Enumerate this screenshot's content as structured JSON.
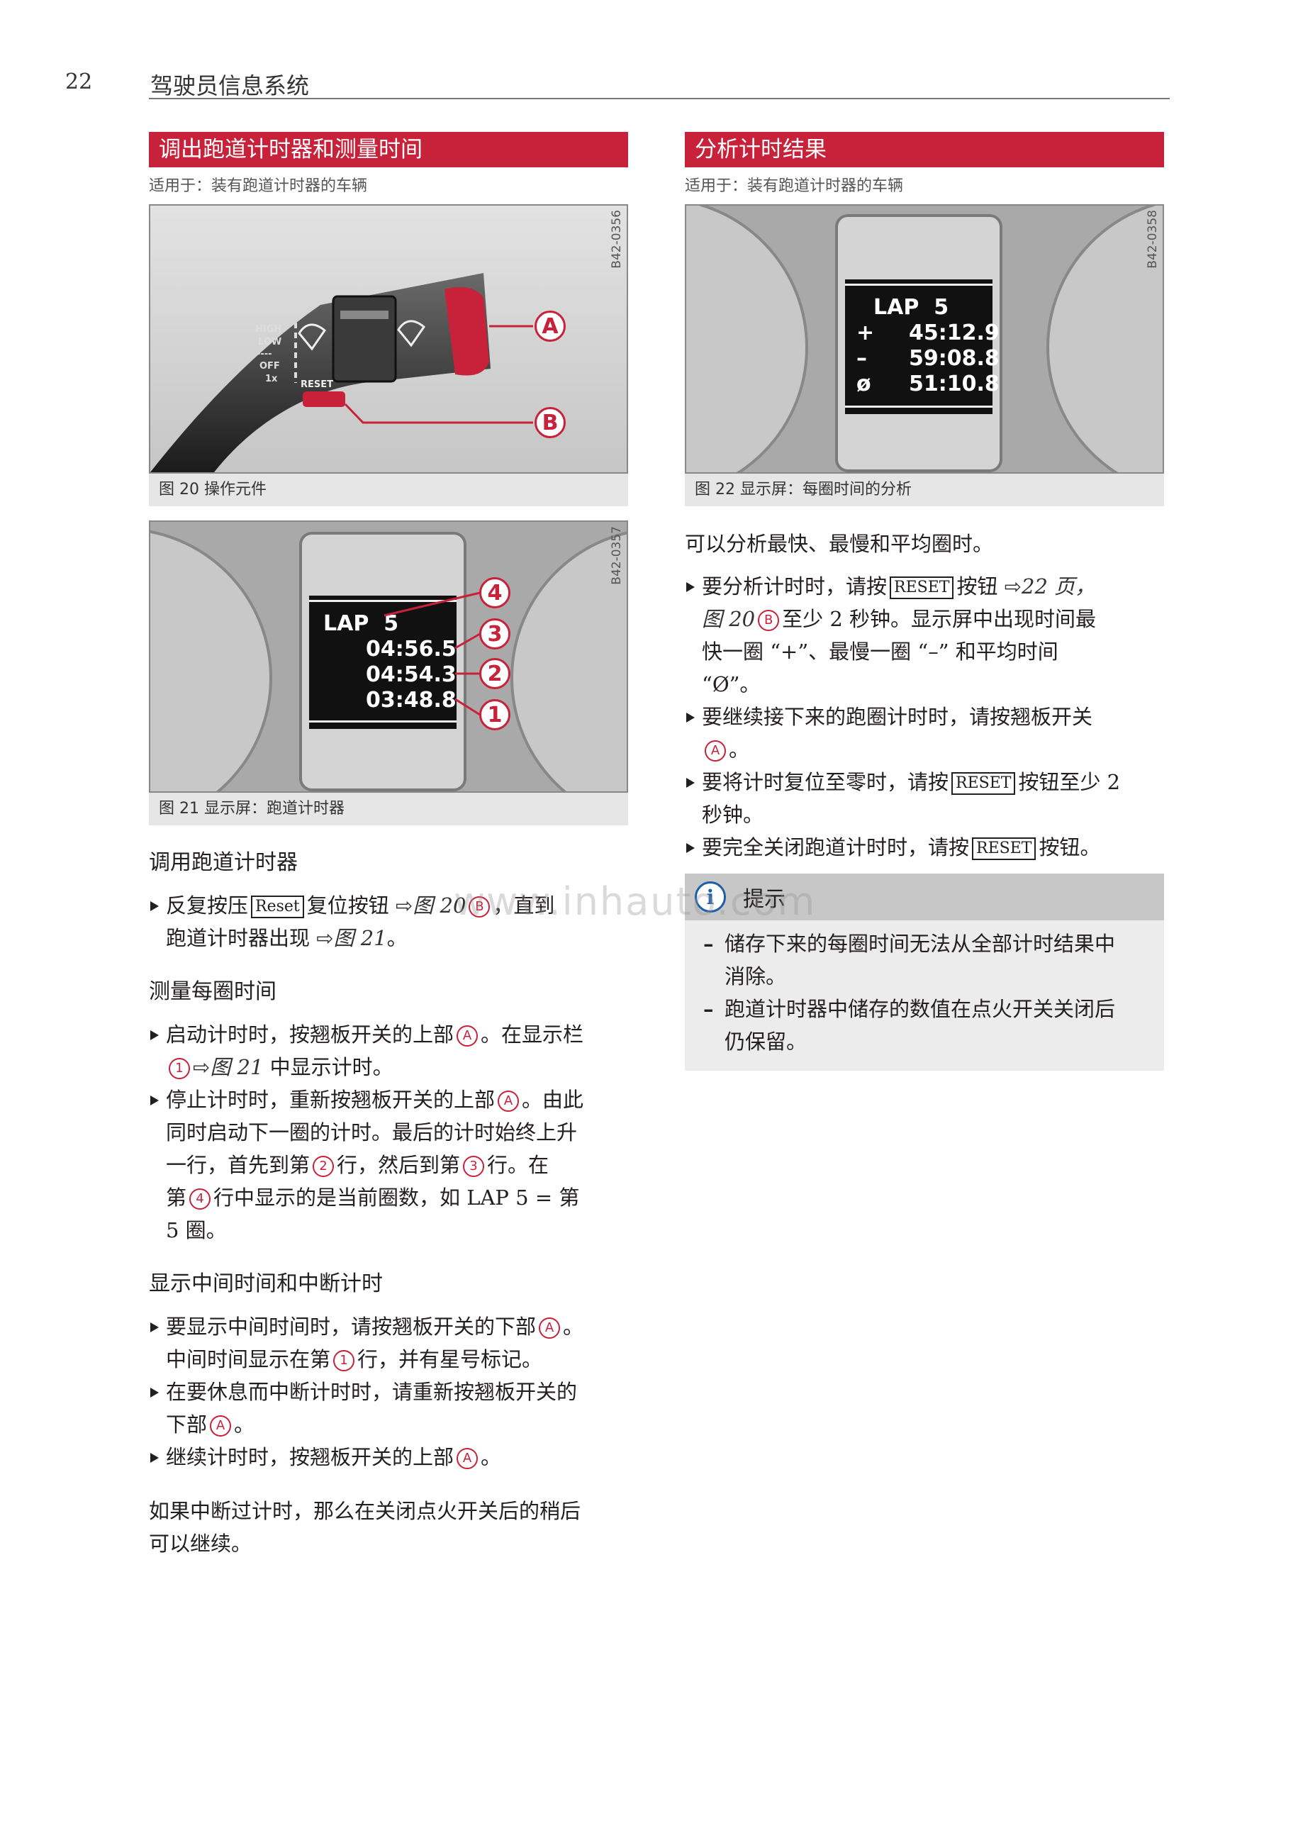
{
  "header": {
    "page_number": "22",
    "title": "驾驶员信息系统"
  },
  "left": {
    "section_title": "调出跑道计时器和测量时间",
    "applies_to": "适用于：装有跑道计时器的车辆",
    "fig20": {
      "code": "B42-0356",
      "caption": "图 20 操作元件",
      "lever_labels": {
        "high": "HIGH",
        "low": "LOW",
        "dots": "----",
        "off": "OFF",
        "one_x": "1x",
        "reset": "RESET"
      },
      "callout_a": "A",
      "callout_b": "B"
    },
    "fig21": {
      "code": "B42-0357",
      "caption": "图 21 显示屏：跑道计时器",
      "lap": "LAP  5",
      "row3": "04:56.5",
      "row2": "04:54.3",
      "row1": "03:48.8",
      "callouts": [
        "4",
        "3",
        "2",
        "1"
      ]
    },
    "sub1": "调用跑道计时器",
    "b1": {
      "t1": "反复按压",
      "key": "Reset",
      "t2": "复位按钮",
      "ref1": "图 20",
      "cref": "B",
      "t3": "，直到",
      "t4": "跑道计时器出现",
      "ref2": "图 21",
      "t5": "。"
    },
    "sub2": "测量每圈时间",
    "b2": {
      "t1": "启动计时时，按翘板开关的上部",
      "cref1": "A",
      "t2": "。在显示栏",
      "cref2": "1",
      "ref": "图 21",
      "t3": "中显示计时。"
    },
    "b3": {
      "t1": "停止计时时，重新按翘板开关的上部",
      "cref1": "A",
      "t2": "。由此",
      "t3": "同时启动下一圈的计时。最后的计时始终上升",
      "t4": "一行，首先到第",
      "cref2": "2",
      "t5": "行，然后到第",
      "cref3": "3",
      "t6": "行。在",
      "t7": "第",
      "cref4": "4",
      "t8": "行中显示的是当前圈数，如 LAP 5 = 第",
      "t9": "5 圈。"
    },
    "sub3": "显示中间时间和中断计时",
    "b4": {
      "t1": "要显示中间时间时，请按翘板开关的下部",
      "cref1": "A",
      "t2": "。",
      "t3": "中间时间显示在第",
      "cref2": "1",
      "t4": "行，并有星号标记。"
    },
    "b5": {
      "t1": "在要休息而中断计时时，请重新按翘板开关的",
      "t2": "下部",
      "cref": "A",
      "t3": "。"
    },
    "b6": {
      "t1": "继续计时时，按翘板开关的上部",
      "cref": "A",
      "t2": "。"
    },
    "closing": {
      "l1": "如果中断过计时，那么在关闭点火开关后的稍后",
      "l2": "可以继续。"
    }
  },
  "right": {
    "section_title": "分析计时结果",
    "applies_to": "适用于：装有跑道计时器的车辆",
    "fig22": {
      "code": "B42-0358",
      "caption": "图 22 显示屏：每圈时间的分析",
      "lap": "LAP  5",
      "plus_sym": "+",
      "plus_val": "45:12.9",
      "minus_sym": "–",
      "minus_val": "59:08.8",
      "avg_sym": "ø",
      "avg_val": "51:10.8"
    },
    "intro": "可以分析最快、最慢和平均圈时。",
    "b1": {
      "t1": "要分析计时时，请按",
      "key": "RESET",
      "t2": "按钮",
      "ref1": "22 页，",
      "ref2": "图 20",
      "cref": "B",
      "t3": "至少 2 秒钟。显示屏中出现时间最",
      "t4": "快一圈 “+”、最慢一圈 “–” 和平均时间",
      "t5": "“Ø”。"
    },
    "b2": {
      "t1": "要继续接下来的跑圈计时时，请按翘板开关",
      "cref": "A",
      "t2": "。"
    },
    "b3": {
      "t1": "要将计时复位至零时，请按",
      "key": "RESET",
      "t2": "按钮至少 2",
      "t3": "秒钟。"
    },
    "b4": {
      "t1": "要完全关闭跑道计时时，请按",
      "key": "RESET",
      "t2": "按钮。"
    },
    "note": {
      "icon": "i",
      "title": "提示",
      "d1": {
        "l1": "储存下来的每圈时间无法从全部计时结果中",
        "l2": "消除。"
      },
      "d2": {
        "l1": "跑道计时器中储存的数值在点火开关关闭后",
        "l2": "仍保留。"
      }
    }
  },
  "watermark": "www.inhauto.com"
}
